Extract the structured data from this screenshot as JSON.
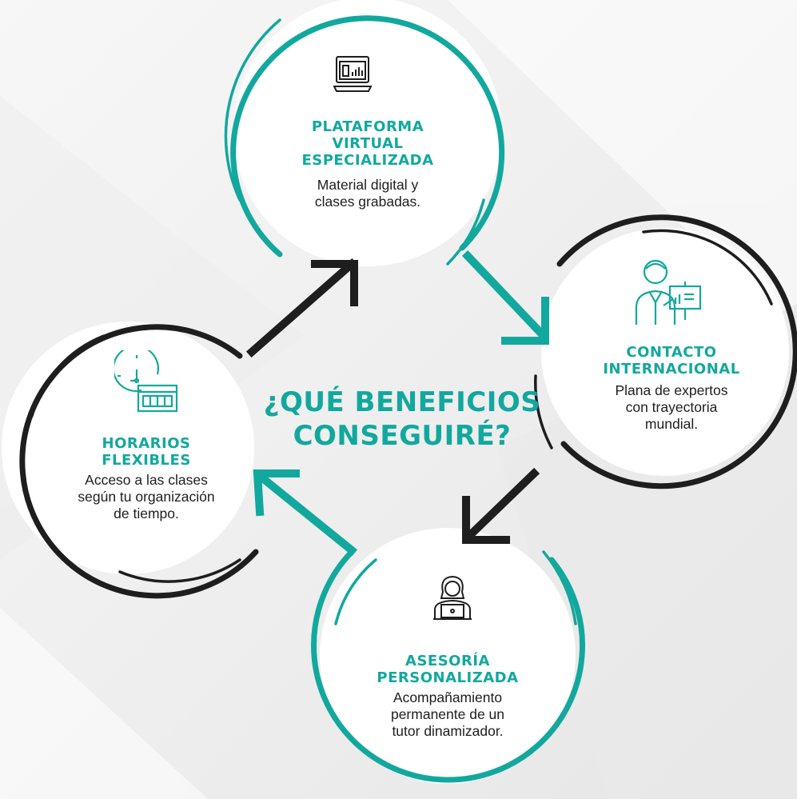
{
  "center_question": [
    "¿QUÉ BENEFICIOS",
    "CONSEGUIRÉ?"
  ],
  "colors": {
    "teal": "#12a89e",
    "dark": "#1e1e1e",
    "background": "#f2f2f2"
  },
  "items": [
    {
      "key": "plataforma",
      "icon": "laptop-chart-icon",
      "title": [
        "PLATAFORMA",
        "VIRTUAL",
        "ESPECIALIZADA"
      ],
      "description": [
        "Material digital y",
        "clases grabadas."
      ]
    },
    {
      "key": "contacto",
      "icon": "presenter-board-icon",
      "title": [
        "CONTACTO",
        "INTERNACIONAL"
      ],
      "description": [
        "Plana de expertos",
        "con trayectoria",
        "mundial."
      ]
    },
    {
      "key": "asesoria",
      "icon": "woman-laptop-icon",
      "title": [
        "ASESORÍA",
        "PERSONALIZADA"
      ],
      "description": [
        "Acompañamiento",
        "permanente de un",
        "tutor dinamizador."
      ]
    },
    {
      "key": "horarios",
      "icon": "clock-calendar-icon",
      "title": [
        "HORARIOS",
        "FLEXIBLES"
      ],
      "description": [
        "Acceso a las clases",
        "según tu organización",
        "de tiempo."
      ]
    }
  ]
}
